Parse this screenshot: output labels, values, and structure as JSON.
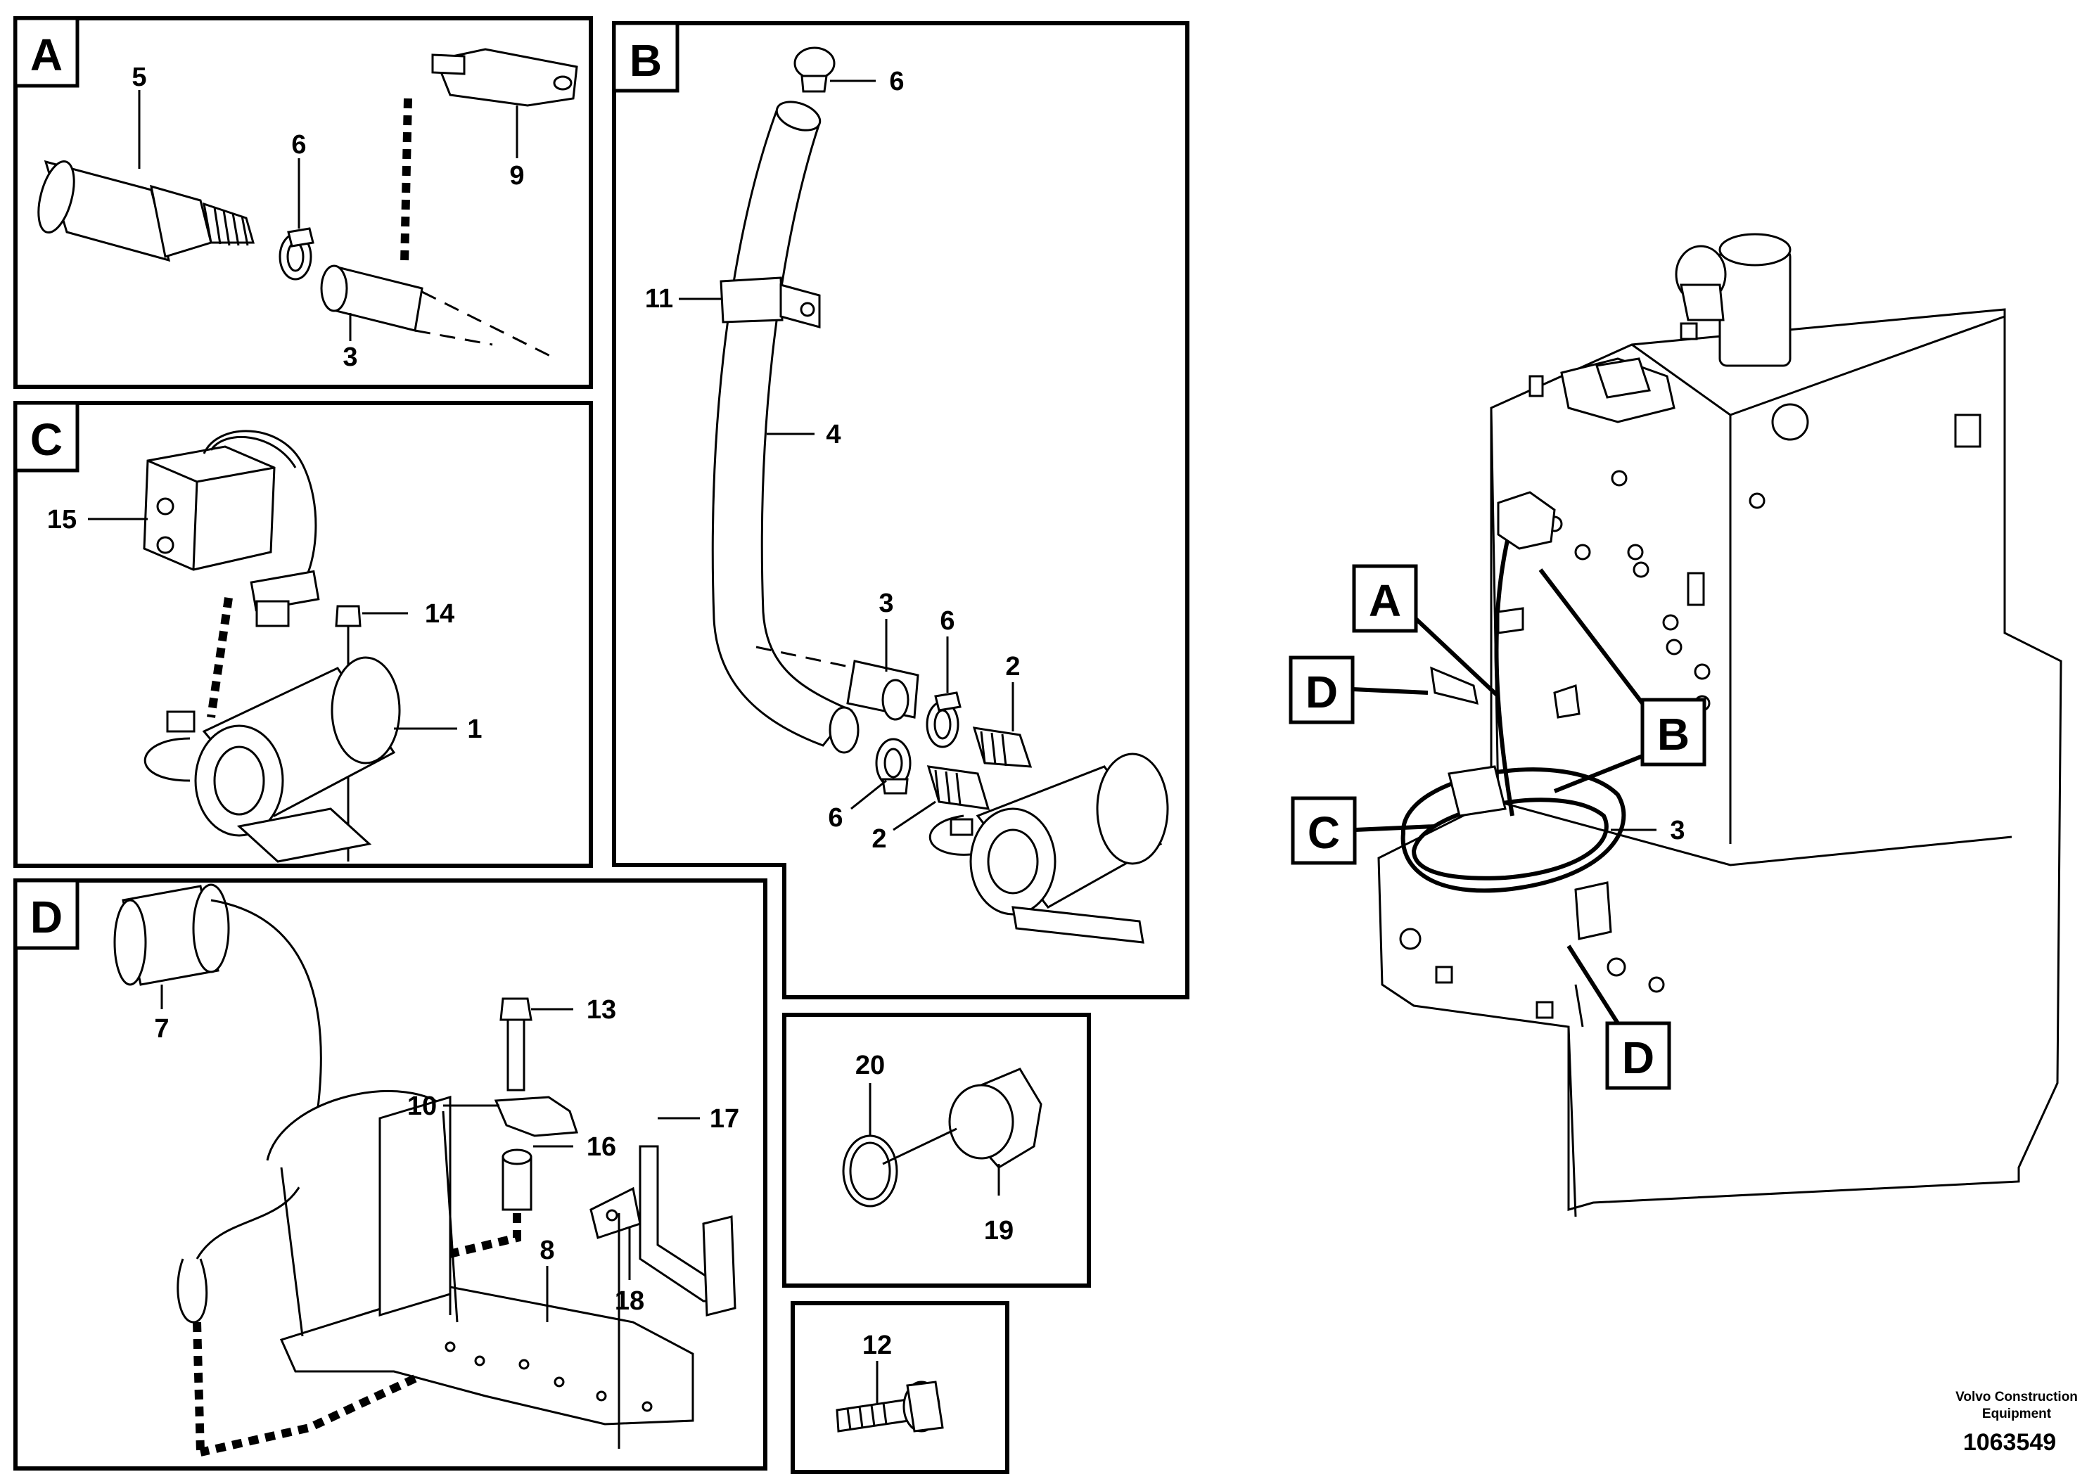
{
  "panels": {
    "A": {
      "letter": "A",
      "callouts": {
        "c5": "5",
        "c6": "6",
        "c9": "9",
        "c3": "3"
      }
    },
    "B": {
      "letter": "B",
      "callouts": {
        "c6top": "6",
        "c11": "11",
        "c4": "4",
        "c3": "3",
        "c6mid": "6",
        "c2top": "2",
        "c6low": "6",
        "c2low": "2"
      }
    },
    "C": {
      "letter": "C",
      "callouts": {
        "c15": "15",
        "c14": "14",
        "c1": "1"
      }
    },
    "D": {
      "letter": "D",
      "callouts": {
        "c7": "7",
        "c13": "13",
        "c10": "10",
        "c17": "17",
        "c16": "16",
        "c8": "8",
        "c18": "18"
      }
    },
    "E": {
      "callouts": {
        "c20": "20",
        "c19": "19"
      }
    },
    "F": {
      "callouts": {
        "c12": "12"
      }
    }
  },
  "overview": {
    "tags": {
      "A": "A",
      "D1": "D",
      "B": "B",
      "C": "C",
      "D2": "D"
    },
    "callouts": {
      "c3": "3"
    }
  },
  "footer": {
    "credit_line1": "Volvo Construction",
    "credit_line2": "Equipment",
    "doc_number": "1063549"
  }
}
